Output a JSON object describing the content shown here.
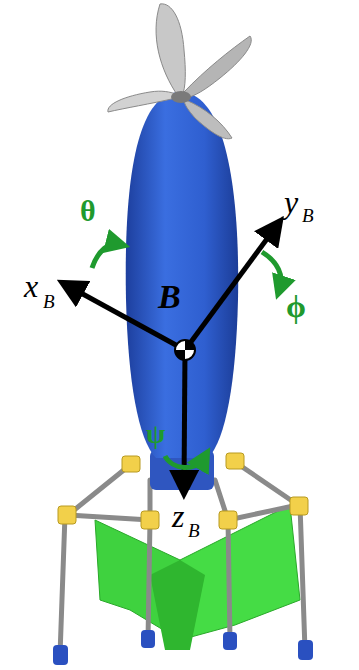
{
  "diagram": {
    "labels": [
      "θ",
      "x",
      "B",
      "B",
      "y",
      "B",
      "ϕ",
      "ψ",
      "z",
      "B"
    ]
  }
}
